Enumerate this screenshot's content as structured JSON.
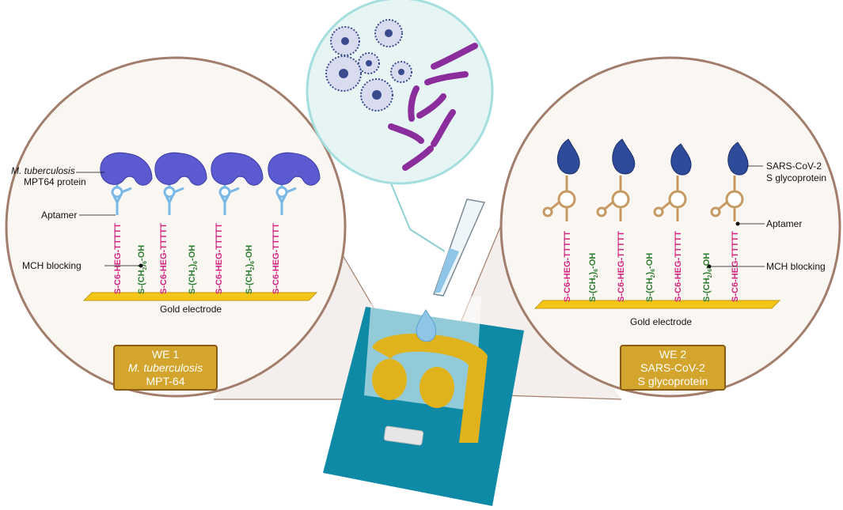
{
  "left_panel": {
    "protein_label_italic": "M. tuberculosis",
    "protein_label": "MPT64 protein",
    "aptamer_label": "Aptamer",
    "mch_label": "MCH blocking",
    "electrode_label": "Gold electrode",
    "we_box": {
      "line1": "WE 1",
      "line2": "M. tuberculosis",
      "line3": "MPT-64"
    }
  },
  "right_panel": {
    "protein_label_1": "SARS-CoV-2",
    "protein_label_2": "S glycoprotein",
    "aptamer_label": "Aptamer",
    "mch_label": "MCH blocking",
    "electrode_label": "Gold electrode",
    "we_box": {
      "line1": "WE 2",
      "line2": "SARS-CoV-2",
      "line3": "S glycoprotein"
    }
  },
  "chain": {
    "linker_s": "S",
    "linker_rest": "-C6-HEG-TTTTT",
    "mch_s": "S",
    "mch_mid": "-(CH",
    "mch_sub2": "2",
    "mch_close": ")",
    "mch_sub6": "6",
    "mch_oh": "-OH"
  },
  "colors": {
    "circle_border": "#a27d6c",
    "gold": "#f5c518",
    "we_box_fill": "#d4a52c",
    "we_box_border": "#8a5a18",
    "mpt64": "#5b5ad1",
    "spike": "#2e4a9a",
    "aptamer_left": "#7ab8e8",
    "aptamer_right": "#c79a63",
    "chain_magenta": "#d6247f",
    "chain_green": "#2e7d32",
    "chip_teal": "#0e8aa6",
    "bacteria": "#8b2d9c",
    "virus": "#3a4a8f"
  }
}
